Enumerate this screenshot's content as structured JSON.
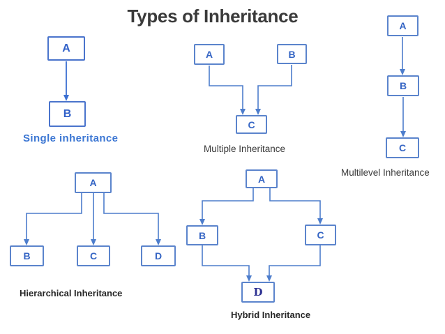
{
  "slide": {
    "title": "Types of Inheritance",
    "diagrams": {
      "single": {
        "caption": "Single inheritance",
        "nodes": {
          "a": "A",
          "b": "B"
        },
        "edges": [
          "A→B"
        ]
      },
      "multiple": {
        "caption": "Multiple Inheritance",
        "nodes": {
          "a": "A",
          "b": "B",
          "c": "C"
        },
        "edges": [
          "A→C",
          "B→C"
        ]
      },
      "multilevel": {
        "caption": "Multilevel Inheritance",
        "nodes": {
          "a": "A",
          "b": "B",
          "c": "C"
        },
        "edges": [
          "A→B",
          "B→C"
        ]
      },
      "hierarchical": {
        "caption": "Hierarchical Inheritance",
        "nodes": {
          "a": "A",
          "b": "B",
          "c": "C",
          "d": "D"
        },
        "edges": [
          "A→B",
          "A→C",
          "A→D"
        ]
      },
      "hybrid": {
        "caption": "Hybrid Inheritance",
        "nodes": {
          "a": "A",
          "b": "B",
          "c": "C",
          "d": "D"
        },
        "edges": [
          "A→B",
          "A→C",
          "B→D",
          "C→D"
        ]
      }
    },
    "colors": {
      "title_text": "#3a3a3a",
      "caption_dark": "#262626",
      "caption_plain": "#3a3a3a",
      "scan_blue": "#3a6fd2",
      "diagram_blue": "#4d7dcc",
      "node_letter_blue": "#3565c4",
      "hybrid_d_letter": "#2d3192"
    }
  }
}
